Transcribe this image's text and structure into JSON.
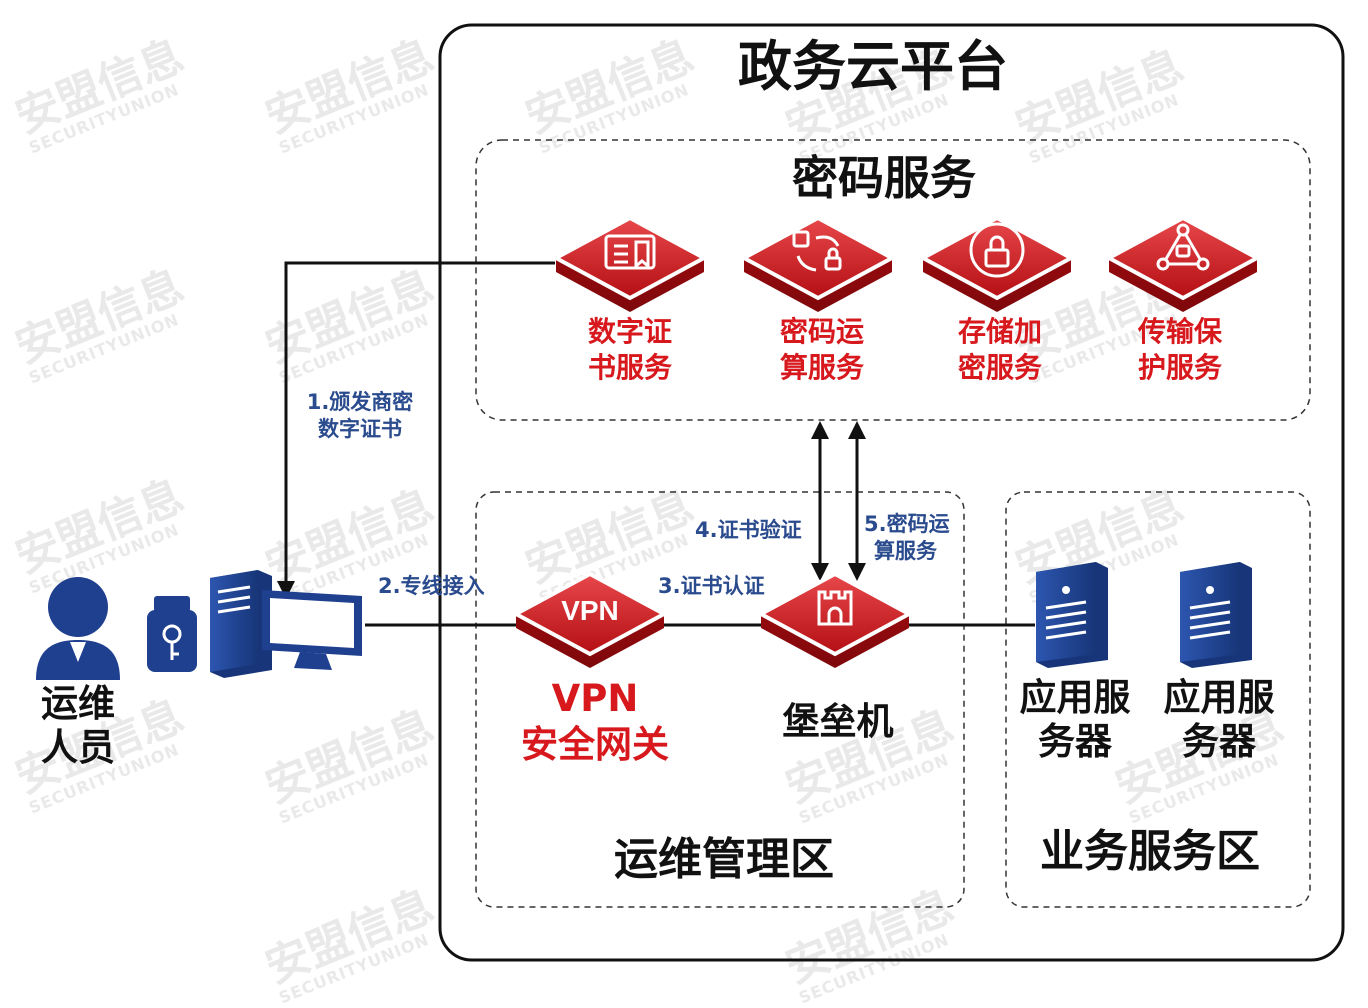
{
  "platform_title": "政务云平台",
  "crypto_section_title": "密码服务",
  "crypto_services": [
    {
      "line1": "数字证",
      "line2": "书服务",
      "icon": "certificate-icon"
    },
    {
      "line1": "密码运",
      "line2": "算服务",
      "icon": "key-exchange-icon"
    },
    {
      "line1": "存储加",
      "line2": "密服务",
      "icon": "lock-icon"
    },
    {
      "line1": "传输保",
      "line2": "护服务",
      "icon": "network-lock-icon"
    }
  ],
  "steps": {
    "s1_line1": "1.颁发商密",
    "s1_line2": "数字证书",
    "s2": "2.专线接入",
    "s3": "3.证书认证",
    "s4": "4.证书验证",
    "s5_line1": "5.密码运",
    "s5_line2": "算服务"
  },
  "operator": {
    "line1": "运维",
    "line2": "人员"
  },
  "vpn": {
    "device_label": "VPN",
    "line1": "VPN",
    "line2": "安全网关"
  },
  "bastion": {
    "label": "堡垒机"
  },
  "servers": [
    {
      "line1": "应用服",
      "line2": "务器"
    },
    {
      "line1": "应用服",
      "line2": "务器"
    }
  ],
  "zones": {
    "ops": "运维管理区",
    "business": "业务服务区"
  },
  "watermark": {
    "cn": "安盟信息",
    "en": "SECURITYUNION"
  },
  "colors": {
    "red": "#d7191e",
    "blue": "#2a4b8d",
    "navy": "#1f3f8f"
  }
}
